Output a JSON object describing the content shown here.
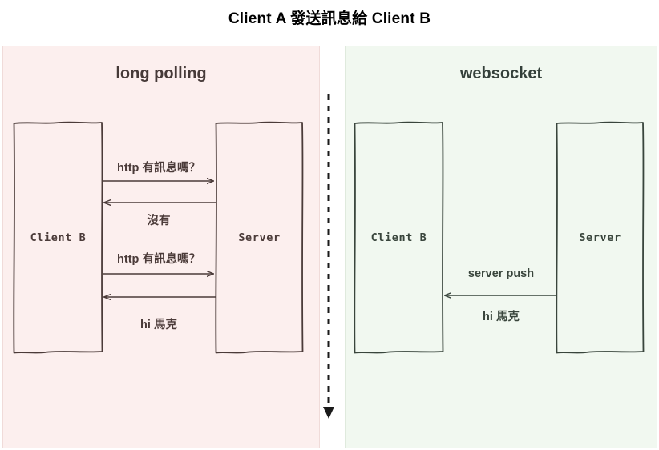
{
  "title": "Client A 發送訊息給 Client B",
  "colors": {
    "left_panel_bg": "#fcefee",
    "left_panel_border": "#f0dbd9",
    "right_panel_bg": "#f1f8f0",
    "right_panel_border": "#dfeadd",
    "left_stroke": "#4b3b39",
    "right_stroke": "#39453c",
    "title_text": "#000000",
    "divider": "#1a1a1a"
  },
  "panels": [
    {
      "id": "long-polling",
      "title": "long polling",
      "client_label": "Client B",
      "server_label": "Server",
      "messages": [
        {
          "text": "http 有訊息嗎？",
          "direction": "client-to-server",
          "position": "above"
        },
        {
          "text": "沒有",
          "direction": "server-to-client",
          "position": "below"
        },
        {
          "text": "http 有訊息嗎？",
          "direction": "client-to-server",
          "position": "above"
        },
        {
          "text": "hi 馬克",
          "direction": "server-to-client",
          "position": "below"
        }
      ]
    },
    {
      "id": "websocket",
      "title": "websocket",
      "client_label": "Client B",
      "server_label": "Server",
      "messages": [
        {
          "text": "server push",
          "direction": "server-to-client",
          "position": "above"
        },
        {
          "text": "hi 馬克",
          "direction": "server-to-client",
          "position": "below"
        }
      ]
    }
  ],
  "divider": {
    "style": "dashed-down-arrow"
  }
}
